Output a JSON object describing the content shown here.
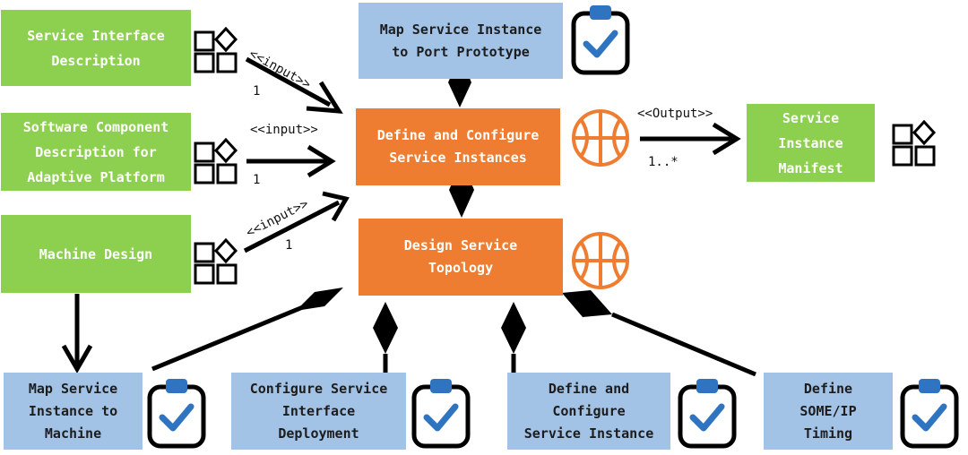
{
  "nodes": {
    "service_interface_description": "Service Interface\nDescription",
    "software_component_description": "Software Component\nDescription for\nAdaptive Platform",
    "machine_design": "Machine Design",
    "map_service_instance_to_port": "Map Service Instance\nto Port Prototype",
    "define_configure_service_instances": "Define and Configure\nService Instances",
    "design_service_topology": "Design Service\nTopology",
    "service_instance_manifest": "Service\nInstance\nManifest",
    "map_service_instance_to_machine": "Map Service\nInstance to\nMachine",
    "configure_service_interface_deployment": "Configure Service\nInterface\nDeployment",
    "define_configure_service_instance": "Define and\nConfigure\nService Instance",
    "define_someip_timing": "Define\nSOME/IP\nTiming"
  },
  "edges": {
    "input_label_1": "<<input>>",
    "input_label_2": "<<input>>",
    "input_label_3": "<<input>>",
    "output_label": "<<Output>>",
    "mult_1": "1",
    "mult_2": "1",
    "mult_3": "1",
    "mult_output": "1..*"
  },
  "colors": {
    "work_product": "#8dcf4f",
    "task": "#ee7d31",
    "step": "#a2c2e6",
    "icon_blue": "#2f74c0"
  },
  "icons": {
    "work_product": "shapes-icon",
    "task": "basketball-icon",
    "step": "clipboard-check-icon"
  }
}
